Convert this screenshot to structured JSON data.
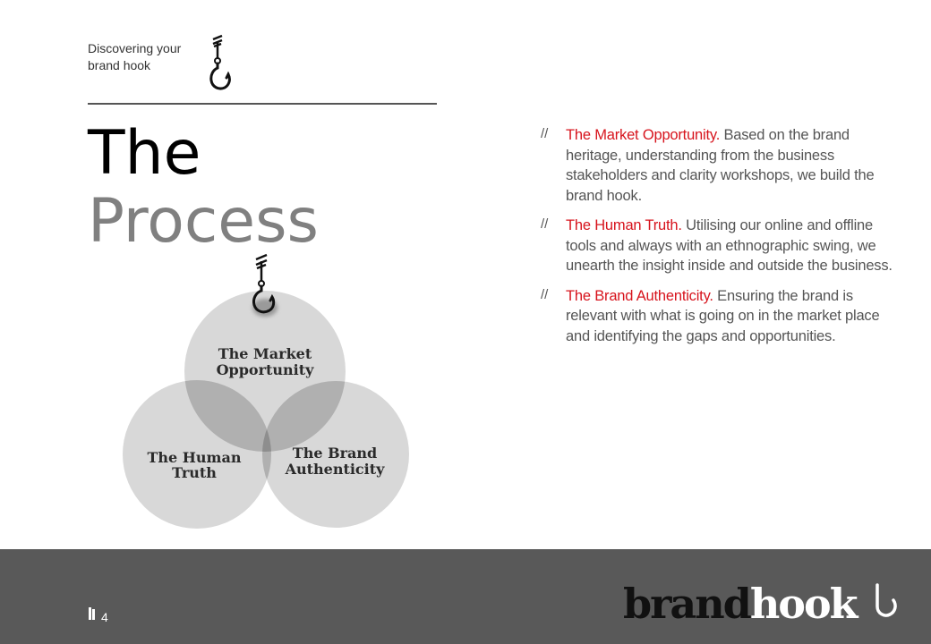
{
  "header": {
    "kicker_line1": "Discovering your",
    "kicker_line2": "brand hook",
    "icon": "fish-hook-icon"
  },
  "title": {
    "line1": "The",
    "line2": "Process"
  },
  "venn": {
    "top_circle": [
      "The Market",
      "Opportunity"
    ],
    "left_circle": [
      "The Human",
      "Truth"
    ],
    "right_circle": [
      "The Brand",
      "Authenticity"
    ],
    "icon": "fish-hook-icon"
  },
  "bullets": [
    {
      "marker": "//",
      "lead": "The Market Opportunity.",
      "text": " Based on the brand heritage, understanding from the business stakeholders and clarity workshops, we build the brand hook."
    },
    {
      "marker": "//",
      "lead": "The Human Truth.",
      "text": " Utilising our online and offline tools and always with an ethnographic swing, we unearth the insight inside and outside the business."
    },
    {
      "marker": "//",
      "lead": "The Brand Authenticity.",
      "text": " Ensuring the brand is relevant with what is going on in the market place and identifying the gaps and opportunities."
    }
  ],
  "footer": {
    "page_number": "4",
    "logo_part1": "brand",
    "logo_part2": "hook"
  },
  "colors": {
    "accent": "#d7141d",
    "footer_bg": "#595959",
    "title_grey": "#808080",
    "body_text": "#555555"
  }
}
